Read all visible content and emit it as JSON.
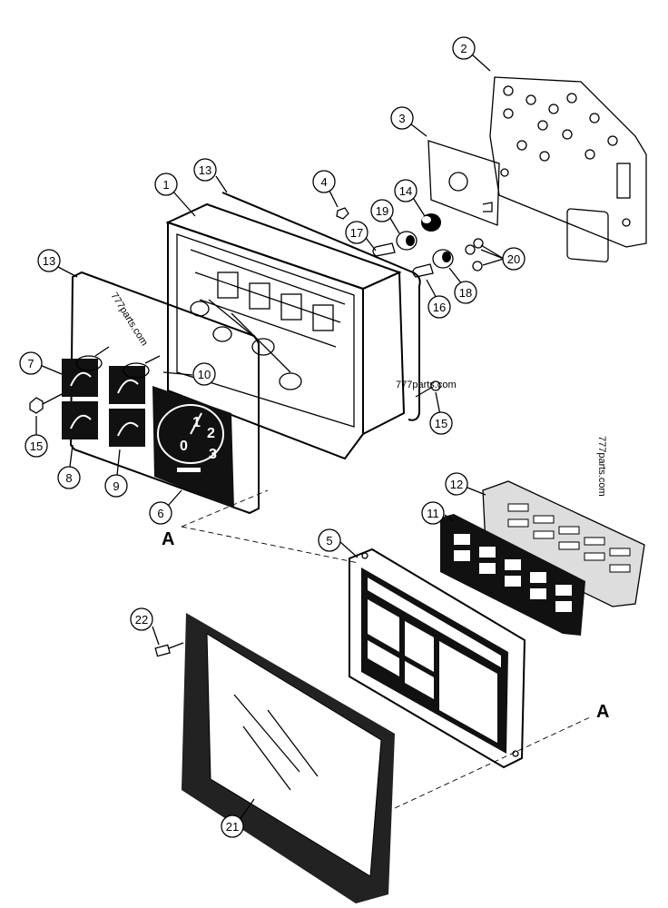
{
  "callouts": {
    "c1": "1",
    "c2": "2",
    "c3": "3",
    "c4": "4",
    "c5": "5",
    "c6": "6",
    "c7": "7",
    "c8": "8",
    "c9": "9",
    "c10": "10",
    "c11": "11",
    "c12": "12",
    "c13a": "13",
    "c13b": "13",
    "c14": "14",
    "c15a": "15",
    "c15b": "15",
    "c16": "16",
    "c17": "17",
    "c18": "18",
    "c19": "19",
    "c20": "20",
    "c21": "21",
    "c22": "22"
  },
  "section_marks": {
    "a_left": "A",
    "a_right": "A"
  },
  "watermarks": {
    "wm_diag": "777parts.com",
    "wm_center": "777parts.com",
    "wm_right": "777parts.com"
  },
  "gauge": {
    "n0": "0",
    "n1": "1",
    "n2": "2",
    "n3": "3"
  }
}
